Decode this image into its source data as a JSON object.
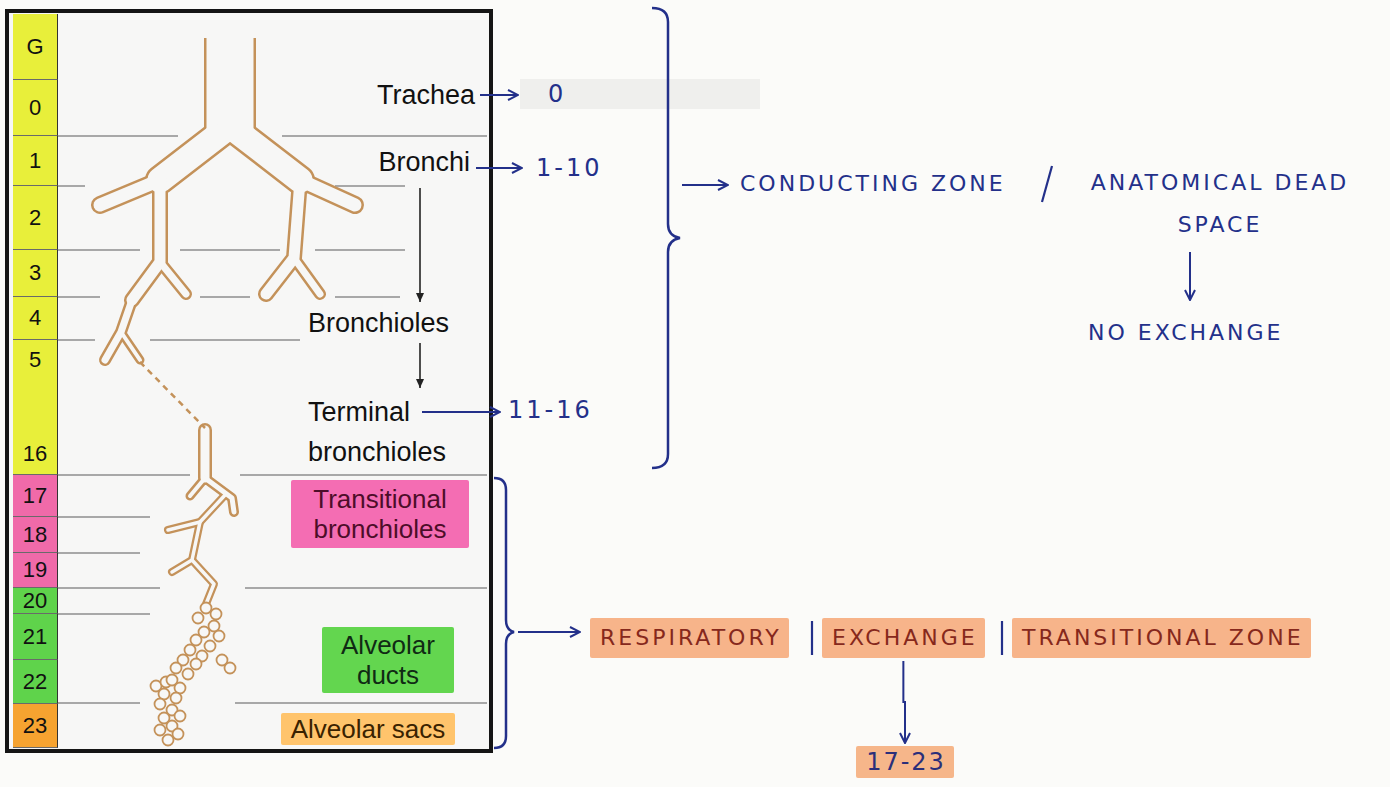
{
  "diagram": {
    "nodes": [
      {
        "text": [
          "G"
        ]
      },
      {
        "text": [
          "0"
        ]
      },
      {
        "text": [
          "1"
        ]
      },
      {
        "text": [
          "2"
        ]
      },
      {
        "text": [
          "3"
        ]
      },
      {
        "text": [
          "4"
        ]
      },
      {
        "text": [
          "5",
          "16"
        ]
      },
      {
        "text": [
          "17"
        ]
      },
      {
        "text": [
          "18"
        ]
      },
      {
        "text": [
          "19"
        ]
      },
      {
        "text": [
          "20"
        ]
      },
      {
        "text": [
          "21"
        ]
      },
      {
        "text": [
          "22"
        ]
      },
      {
        "text": [
          "23"
        ]
      },
      {
        "text": [
          "Transitional bronchioles"
        ]
      },
      {
        "text": [
          "Alveolar ducts"
        ]
      },
      {
        "text": [
          "Alveolar sacs"
        ]
      },
      {
        "text": [
          "RESPIRATORY"
        ]
      },
      {
        "text": [
          "EXCHANGE"
        ]
      },
      {
        "text": [
          "TRANSITIONAL ZONE"
        ]
      },
      {
        "text": [
          "17-23"
        ]
      }
    ],
    "edges": [
      {
        "from": 18,
        "to": 20,
        "arrow": "to"
      }
    ],
    "labels": [
      "Trachea",
      "0",
      "Bronchi",
      "1-10",
      "Bronchioles",
      "Terminal bronchioles",
      "11-16",
      "CONDUCTING ZONE",
      "ANATOMICAL DEAD SPACE",
      "NO EXCHANGE"
    ]
  }
}
